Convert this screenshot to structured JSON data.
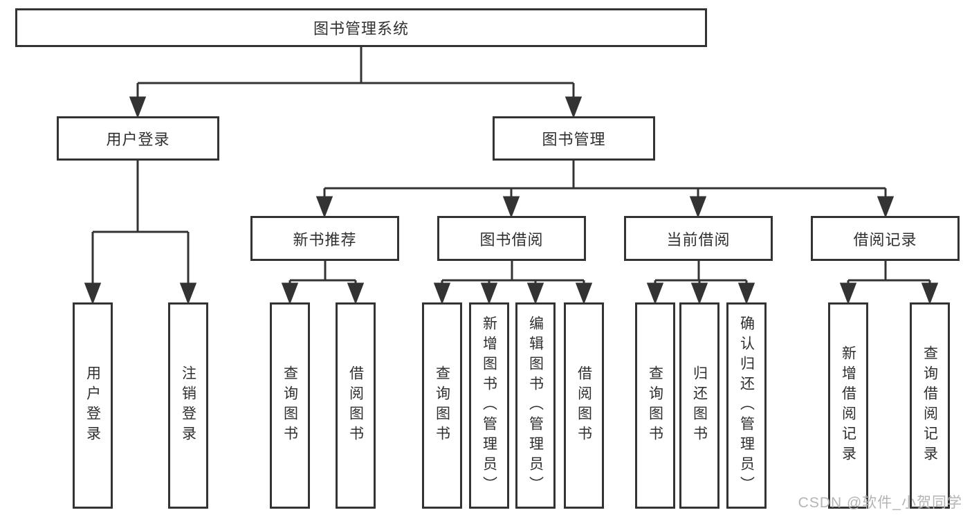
{
  "diagram": {
    "title": "图书管理系统",
    "level2": [
      {
        "label": "用户登录"
      },
      {
        "label": "图书管理"
      }
    ],
    "level3": [
      {
        "label": "新书推荐"
      },
      {
        "label": "图书借阅"
      },
      {
        "label": "当前借阅"
      },
      {
        "label": "借阅记录"
      }
    ],
    "leaves": {
      "user_login": [
        "用户登录",
        "注销登录"
      ],
      "new_books": [
        "查询图书",
        "借阅图书"
      ],
      "book_borrow": [
        "查询图书",
        "新增图书（管理员）",
        "编辑图书（管理员）",
        "借阅图书"
      ],
      "current_borrow": [
        "查询图书",
        "归还图书",
        "确认归还（管理员）"
      ],
      "borrow_records": [
        "新增借阅记录",
        "查询借阅记录"
      ]
    }
  },
  "watermark": {
    "text": "CSDN @软件_小贺同学"
  },
  "colors": {
    "line": "#333333",
    "box_border": "#333333",
    "text": "#2f2f2f",
    "watermark_text": "#b4b4b4",
    "background": "#ffffff"
  }
}
